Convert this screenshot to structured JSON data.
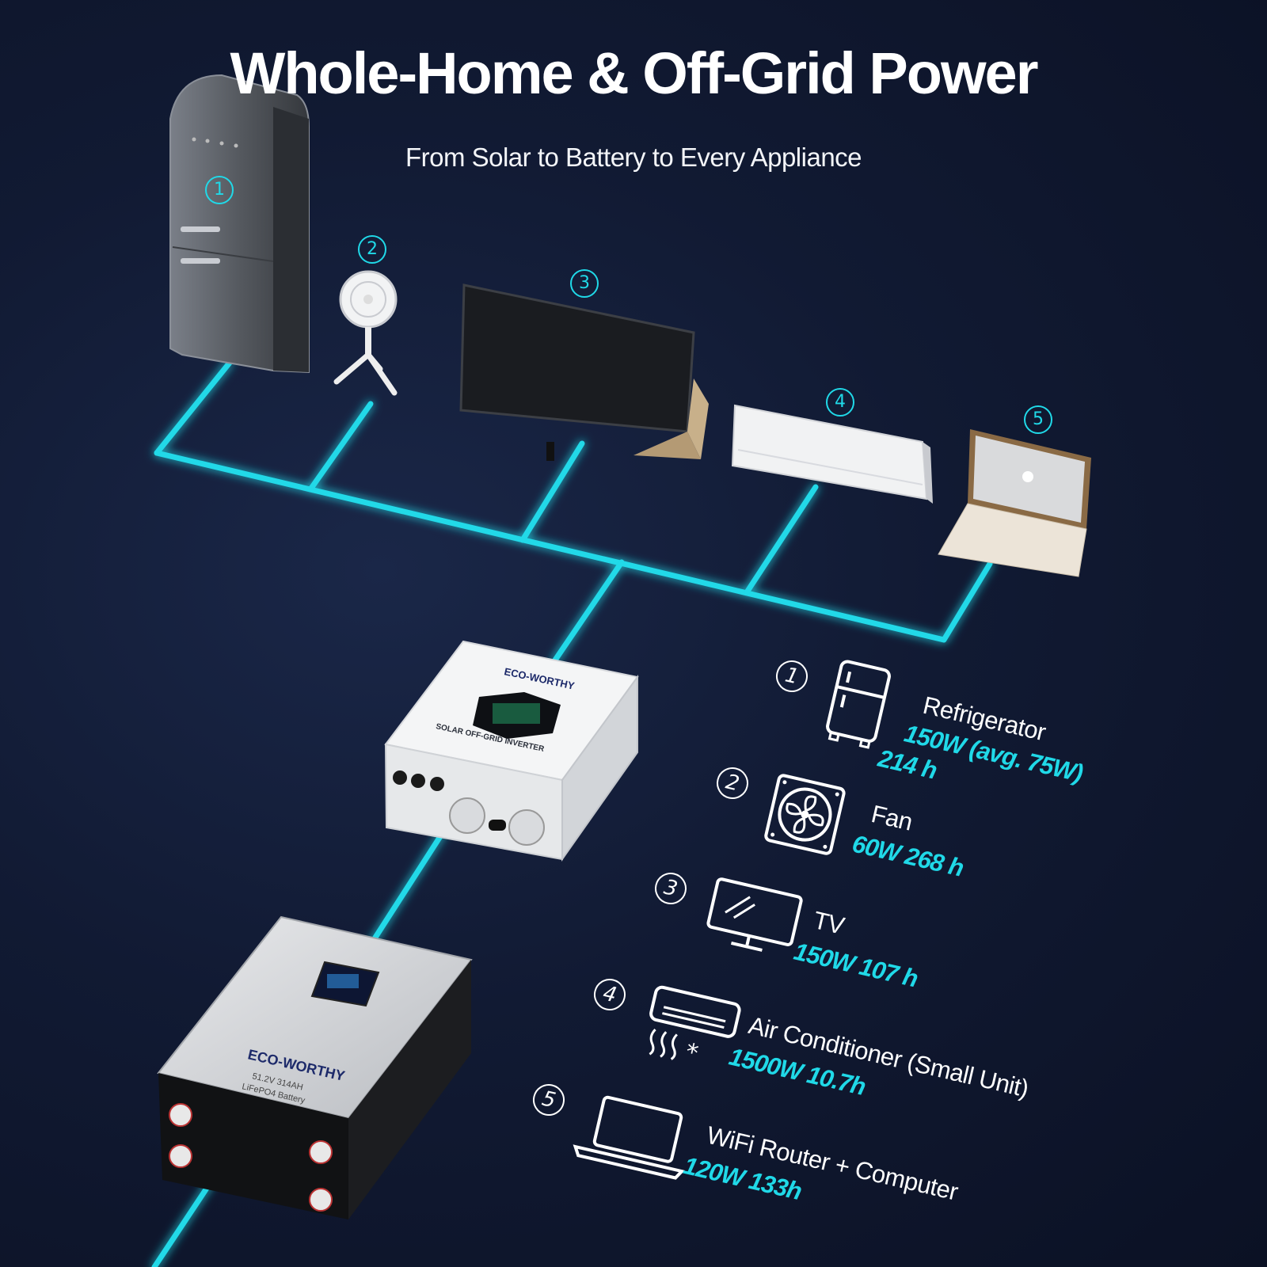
{
  "header": {
    "title": "Whole-Home & Off-Grid Power",
    "subtitle": "From Solar to Battery to Every Appliance"
  },
  "colors": {
    "accent": "#20d9e8",
    "background": "#111a33"
  },
  "scene": {
    "markers": [
      "1",
      "2",
      "3",
      "4",
      "5"
    ],
    "inverter": {
      "brand": "ECO-WORTHY",
      "label": "SOLAR OFF-GRID INVERTER"
    },
    "battery": {
      "brand": "ECO-WORTHY",
      "spec": "51.2V 314AH",
      "type": "LiFePO4 Battery"
    }
  },
  "appliances": [
    {
      "num": "1",
      "name": "Refrigerator",
      "power": "150W (avg. 75W)",
      "runtime": "214 h",
      "icon": "refrigerator-icon"
    },
    {
      "num": "2",
      "name": "Fan",
      "power": "60W 268 h",
      "runtime": "",
      "icon": "fan-icon"
    },
    {
      "num": "3",
      "name": "TV",
      "power": "150W 107 h",
      "runtime": "",
      "icon": "tv-icon"
    },
    {
      "num": "4",
      "name": "Air Conditioner (Small Unit)",
      "power": "1500W 10.7h",
      "runtime": "",
      "icon": "air-conditioner-icon"
    },
    {
      "num": "5",
      "name": "WiFi Router + Computer",
      "power": "120W 133h",
      "runtime": "",
      "icon": "laptop-icon"
    }
  ]
}
